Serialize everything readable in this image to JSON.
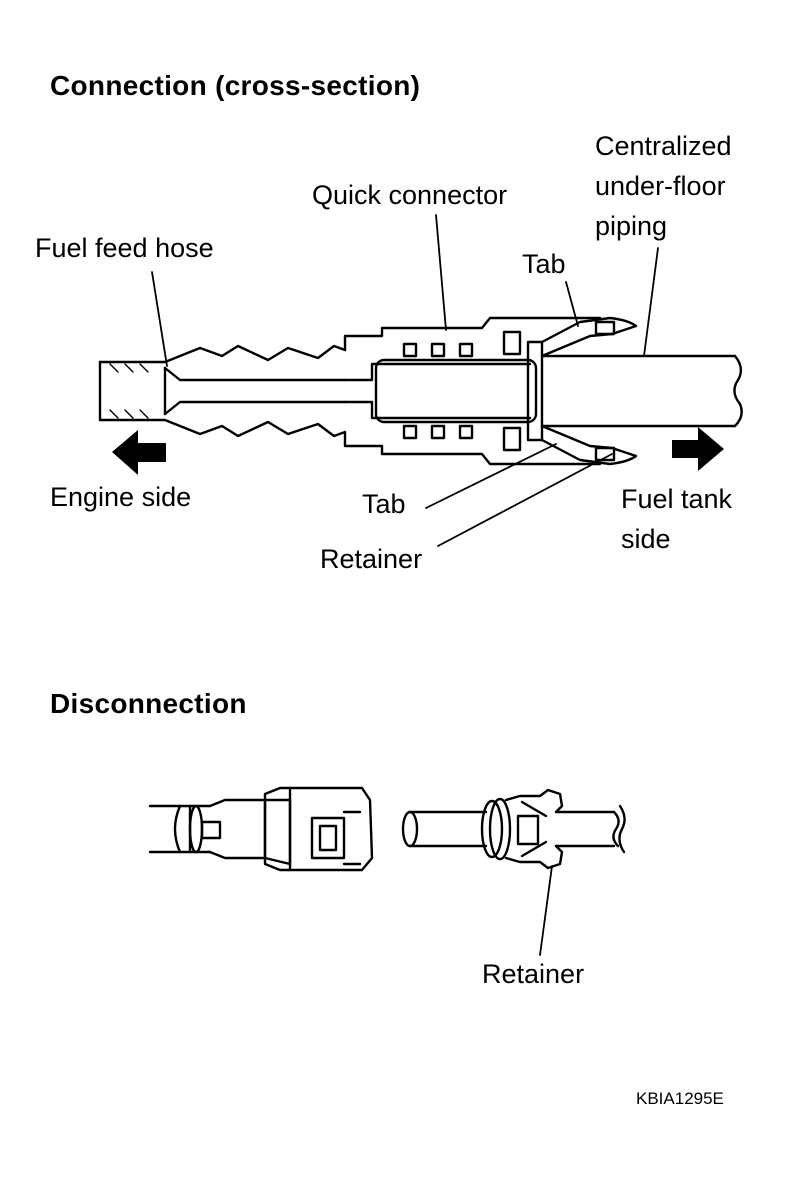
{
  "headings": {
    "connection": "Connection (cross-section)",
    "disconnection": "Disconnection"
  },
  "labels": {
    "centralized_line1": "Centralized",
    "centralized_line2": "under-floor",
    "centralized_line3": "piping",
    "quick_connector": "Quick connector",
    "fuel_feed_hose": "Fuel feed hose",
    "tab_top": "Tab",
    "engine_side": "Engine side",
    "tab_bottom": "Tab",
    "fuel_tank_line1": "Fuel tank",
    "fuel_tank_line2": "side",
    "retainer_top": "Retainer",
    "retainer_bottom": "Retainer"
  },
  "figure_code": "KBIA1295E",
  "colors": {
    "ink": "#000000",
    "background": "#ffffff"
  },
  "icons": {
    "engine_arrow": "arrow-left-icon",
    "tank_arrow": "arrow-right-icon"
  }
}
